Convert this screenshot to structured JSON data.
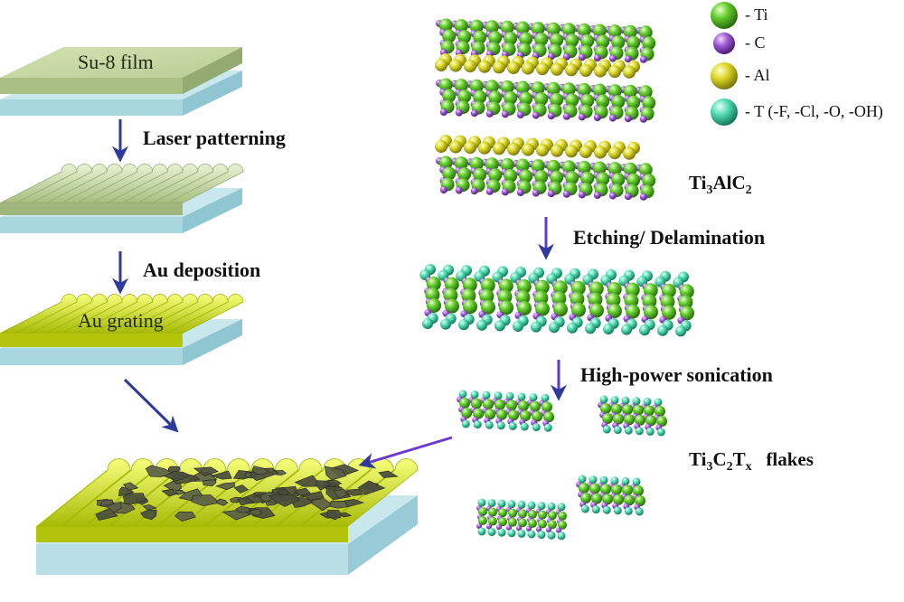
{
  "left_column": {
    "film_label": "Su-8 film",
    "grating_label": "Au grating",
    "step1": "Laser patterning",
    "step2": "Au deposition"
  },
  "right_column": {
    "material1": {
      "main": "Ti",
      "s1": "3",
      "mid": "AlC",
      "s2": "2"
    },
    "step3": "Etching/ Delamination",
    "step4": "High-power sonication",
    "flakes": {
      "a": "Ti",
      "s1": "3",
      "b": "C",
      "s2": "2",
      "c": "T",
      "s3": "x",
      "tail": "flakes"
    }
  },
  "legend": [
    {
      "label": "- Ti",
      "color": "#5ec62a",
      "icon": "sphere-green"
    },
    {
      "label": "- C",
      "color": "#a15bd8",
      "icon": "sphere-purple"
    },
    {
      "label": "- Al",
      "color": "#d8d62a",
      "icon": "sphere-yellow"
    },
    {
      "label": "- T (-F, -Cl, -O, -OH)",
      "color": "#4fdcb0",
      "icon": "sphere-teal"
    }
  ],
  "colors": {
    "arrow": "#2e3a9c",
    "su8": "#c5d6a5",
    "glass": "#cde9ee",
    "gold": "#d8ea1c",
    "flake": "#4a4d3c"
  }
}
